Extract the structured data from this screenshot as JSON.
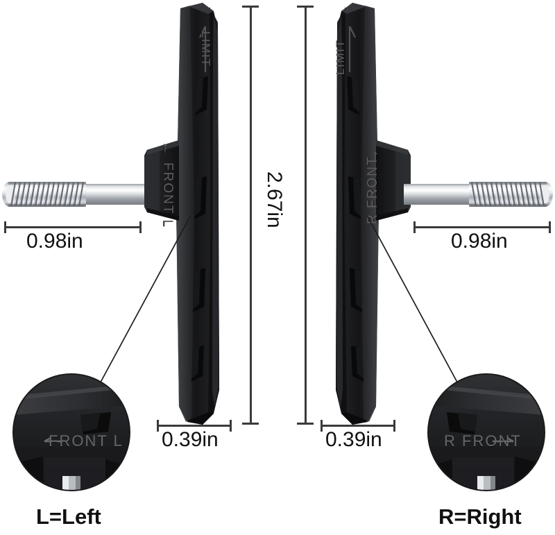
{
  "product": {
    "name": "bicycle-brake-pad-pair-diagram",
    "background_color": "#ffffff",
    "pad_color": "#1b1b1d",
    "stud_color": "#c9ccd1",
    "line_color": "#3a3a3a"
  },
  "dimensions": {
    "height_label": "2.67in",
    "stud_left_label": "0.98in",
    "stud_right_label": "0.98in",
    "width_left_label": "0.39in",
    "width_right_label": "0.39in"
  },
  "left_pad": {
    "limit_text": "LIMIT",
    "front_text": "FRONT L",
    "arrow_glyph": "←",
    "caption": "L=Left",
    "callout_text": "FRONT L",
    "callout_arrow": "←"
  },
  "right_pad": {
    "limit_text": "LIMIT",
    "front_text": "R FRONT",
    "arrow_glyph": "→",
    "caption": "R=Right",
    "callout_text": "R FRONT",
    "callout_arrow": "→"
  }
}
